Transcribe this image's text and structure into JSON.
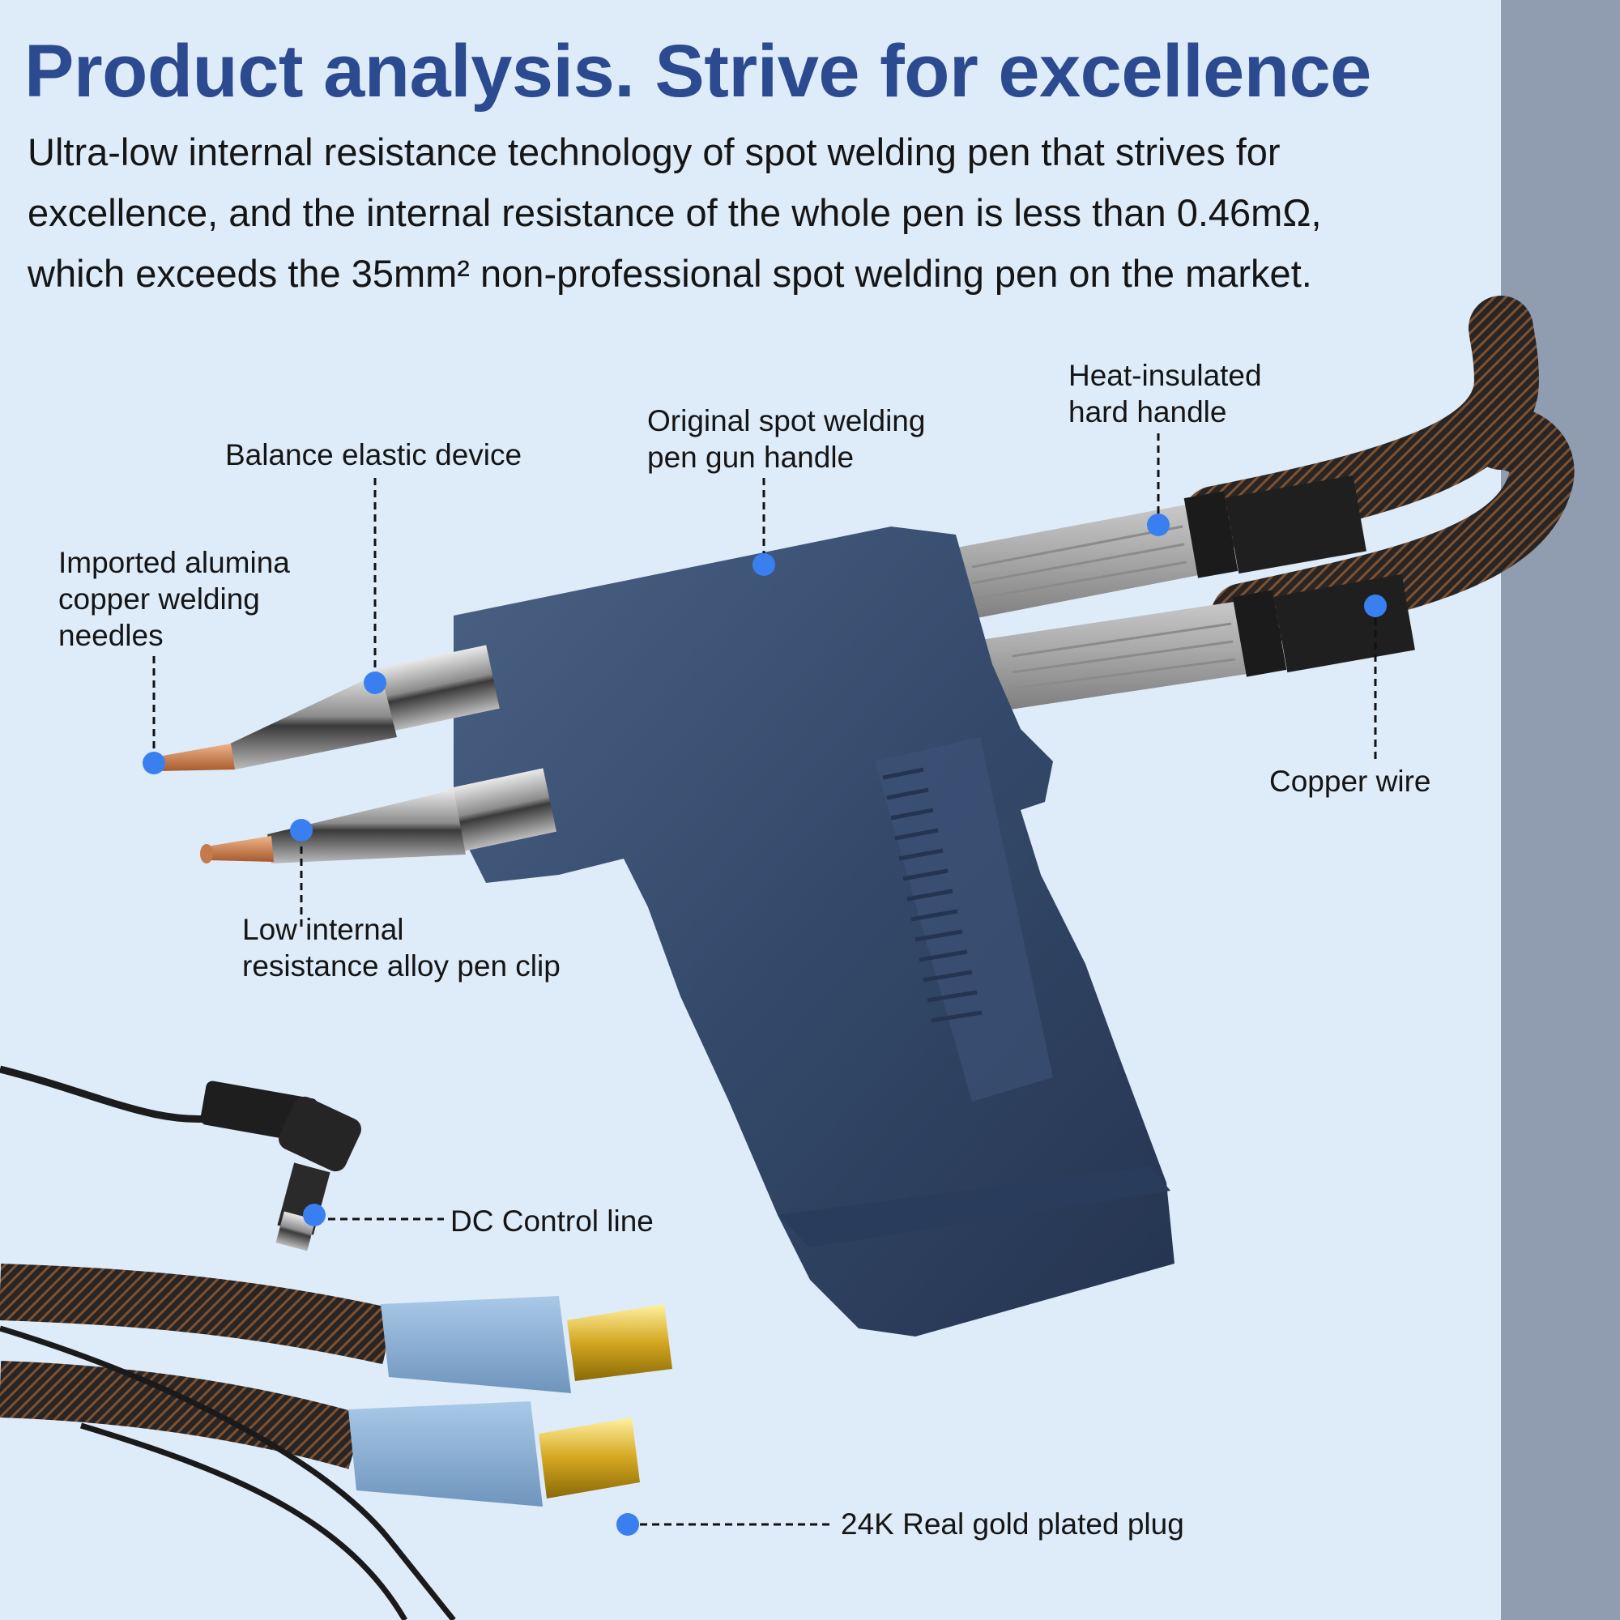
{
  "header": {
    "title": "Product analysis. Strive for excellence",
    "intro_lines": [
      "Ultra-low internal resistance technology of spot welding pen that strives for",
      "excellence, and the internal resistance of the whole pen is less than 0.46mΩ,",
      "which exceeds the 35mm² non-professional spot welding pen on the market."
    ]
  },
  "callouts": {
    "needles": [
      "Imported alumina",
      "copper welding",
      "needles"
    ],
    "balance": [
      "Balance elastic device"
    ],
    "gun_handle": [
      "Original spot welding",
      "pen gun handle"
    ],
    "hard_handle": [
      "Heat-insulated",
      "hard handle"
    ],
    "copper_wire": [
      "Copper wire"
    ],
    "pen_clip": [
      "Low internal",
      "resistance alloy pen clip"
    ],
    "dc_line": [
      "DC Control line"
    ],
    "plug": [
      "24K Real gold plated plug"
    ]
  },
  "colors": {
    "background": "#deebf9",
    "side_band": "#909db1",
    "title": "#2c4a8f",
    "marker_dot": "#3a7ff0",
    "gun_body": "#34496a"
  }
}
